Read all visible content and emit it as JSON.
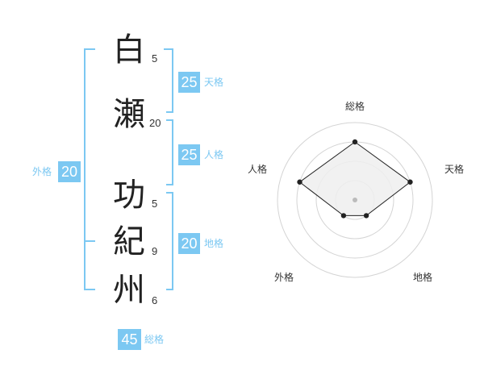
{
  "name": {
    "chars": [
      {
        "char": "白",
        "strokes": "5"
      },
      {
        "char": "瀬",
        "strokes": "20"
      },
      {
        "char": "功",
        "strokes": "5"
      },
      {
        "char": "紀",
        "strokes": "9"
      },
      {
        "char": "州",
        "strokes": "6"
      }
    ]
  },
  "kaku": {
    "tenkaku": {
      "value": "25",
      "label": "天格"
    },
    "jinkaku": {
      "value": "25",
      "label": "人格"
    },
    "chikaku": {
      "value": "20",
      "label": "地格"
    },
    "gaikaku": {
      "value": "20",
      "label": "外格"
    },
    "soukaku": {
      "value": "45",
      "label": "総格"
    }
  },
  "radar": {
    "labels": {
      "top": "総格",
      "right": "天格",
      "bottom_right": "地格",
      "bottom_left": "外格",
      "left": "人格"
    },
    "levels": 4,
    "scores": {
      "soukaku": 3,
      "tenkaku": 3,
      "chikaku": 1,
      "gaikaku": 1,
      "jinkaku": 3
    },
    "colors": {
      "ring": "#d4d4d4",
      "fill": "#efefef",
      "line": "#222222",
      "dot": "#222222",
      "center": "#bbbbbb"
    }
  },
  "colors": {
    "accent": "#7cc8f2"
  }
}
